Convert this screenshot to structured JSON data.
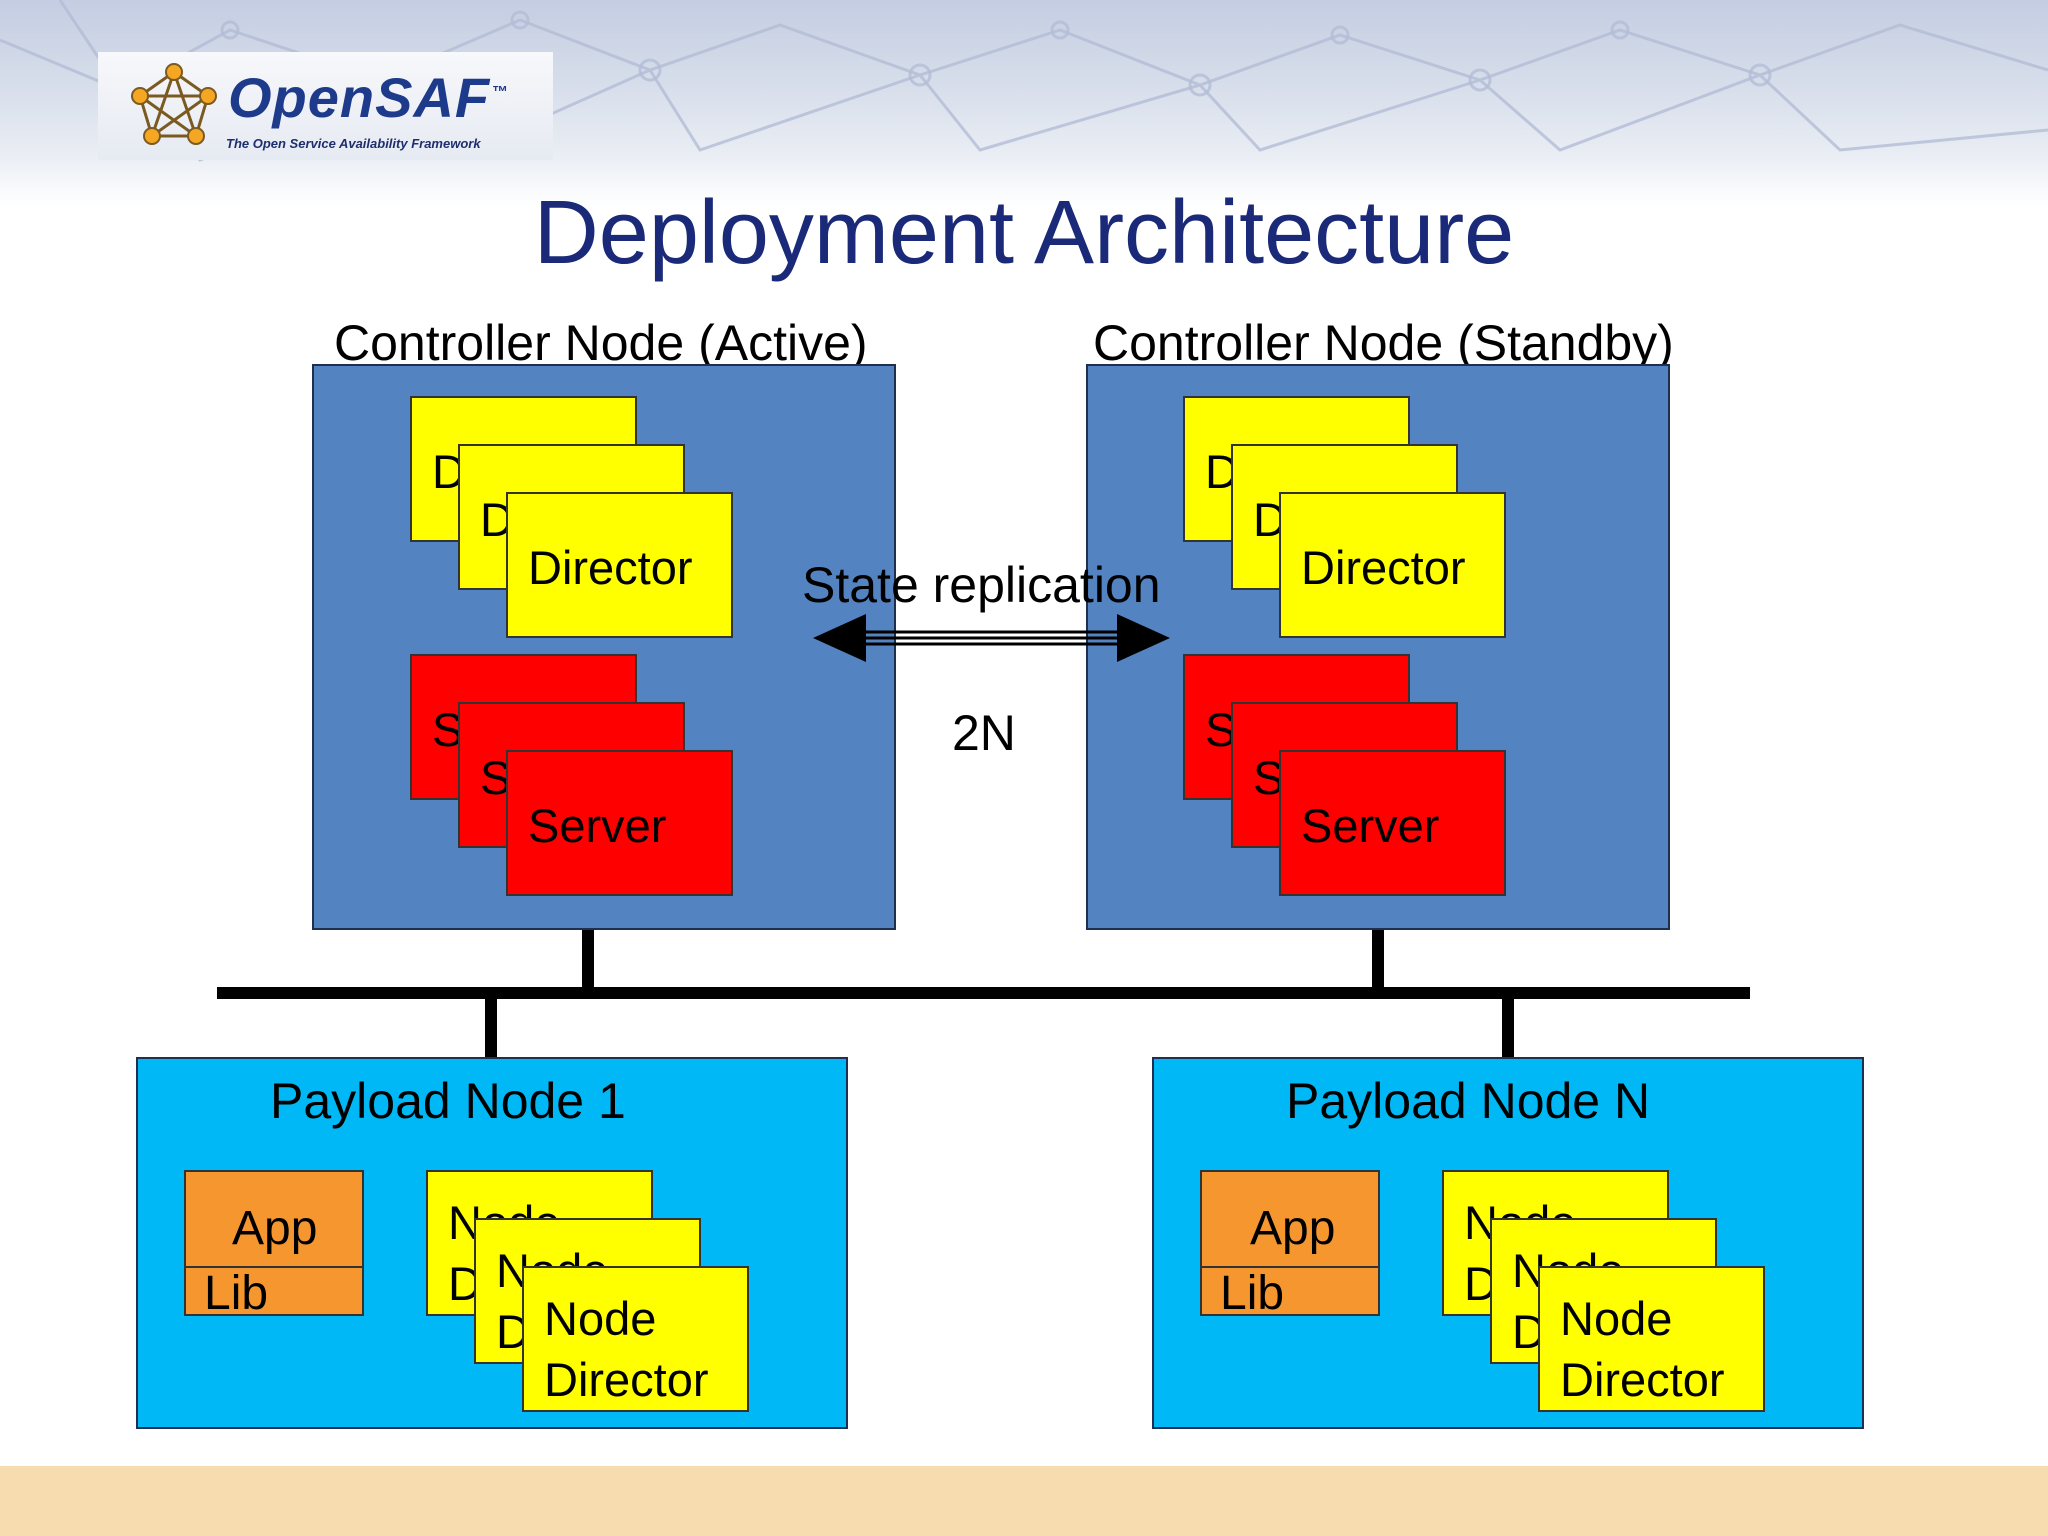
{
  "logo": {
    "name": "OpenSAF",
    "tm": "™",
    "tagline": "The Open Service Availability Framework"
  },
  "slide": {
    "title": "Deployment Architecture"
  },
  "controllers": {
    "active": {
      "label": "Controller Node (Active)",
      "director_back": "Director",
      "director_mid": "Director",
      "director_front": "Director",
      "server_back": "Server",
      "server_mid": "Server",
      "server_front": "Server"
    },
    "standby": {
      "label": "Controller Node (Standby)",
      "director_back": "Director",
      "director_mid": "Director",
      "director_front": "Director",
      "server_back": "Server",
      "server_mid": "Server",
      "server_front": "Server"
    }
  },
  "replication": {
    "label": "State replication",
    "redundancy": "2N"
  },
  "payloads": {
    "node1": {
      "label": "Payload Node 1",
      "app": "App",
      "lib": "Lib",
      "nd_back": "Node Director",
      "nd_mid": "Node Director",
      "nd_front": "Node Director"
    },
    "nodeN": {
      "label": "Payload Node N",
      "app": "App",
      "lib": "Lib",
      "nd_back": "Node Director",
      "nd_mid": "Node Director",
      "nd_front": "Node Director"
    }
  },
  "colors": {
    "title": "#1a2a78",
    "controller_box": "#5383c1",
    "payload_box": "#00b8f5",
    "director": "#ffff00",
    "server": "#ff0000",
    "app_lib": "#f6962e",
    "footer": "#f7dcb0"
  }
}
